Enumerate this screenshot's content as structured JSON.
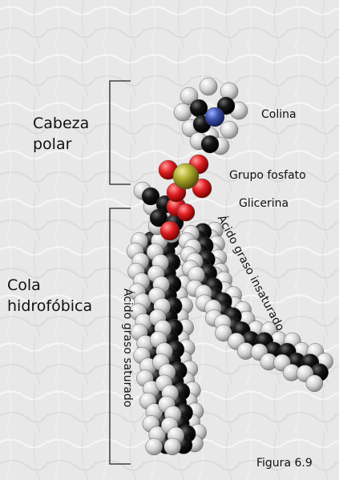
{
  "labels": {
    "head_line1": "Cabeza",
    "head_line2": "polar",
    "tail_line1": "Cola",
    "tail_line2": "hidrofóbica",
    "choline": "Colina",
    "phosphate": "Grupo fosfato",
    "glycerol": "Glicerina",
    "unsaturated": "Ácido graso insaturado",
    "saturated": "Ácido graso saturado",
    "figure": "Figura 6.9"
  },
  "colors": {
    "carbon": "#111111",
    "hydrogen": "#d2d2d2",
    "oxygen": "#d81f22",
    "nitrogen": "#3a4fa8",
    "phosphorus": "#a9a629",
    "bracket": "#222222",
    "background": "#e9e9e9"
  }
}
